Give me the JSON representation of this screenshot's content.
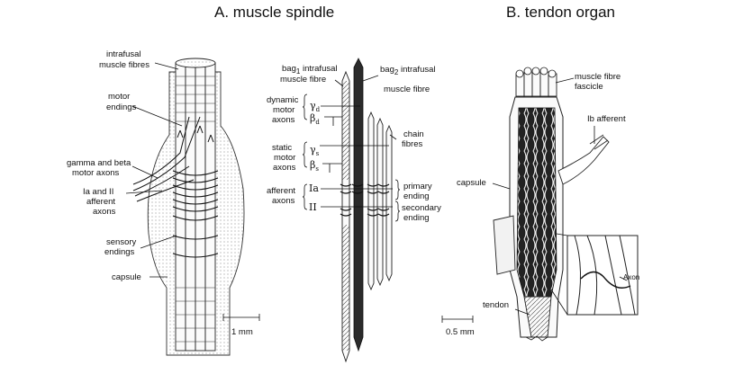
{
  "titles": {
    "a": "A. muscle spindle",
    "b": "B. tendon organ"
  },
  "spindle_labels": {
    "intrafusal_1": "intrafusal",
    "intrafusal_2": "muscle fibres",
    "motor_1": "motor",
    "motor_2": "endings",
    "gamma_1": "gamma and beta",
    "gamma_2": "motor axons",
    "ia_1": "Ia and II",
    "ia_2": "afferent",
    "ia_3": "axons",
    "sensory_1": "sensory",
    "sensory_2": "endings",
    "capsule": "capsule",
    "scale": "1 mm"
  },
  "schematic_labels": {
    "bag1_a": "bag",
    "bag1_sub": "1",
    "bag1_b": " intrafusal",
    "bag1_c": "muscle fibre",
    "bag2_a": "bag",
    "bag2_sub": "2",
    "bag2_b": " intrafusal",
    "bag2_c": "muscle fibre",
    "dyn_1": "dynamic",
    "dyn_2": "motor",
    "dyn_3": "axons",
    "gamma_d": "γ",
    "gamma_d_sub": "d",
    "beta_d": "β",
    "beta_d_sub": "d",
    "chain_1": "chain",
    "chain_2": "fibres",
    "static_1": "static",
    "static_2": "motor",
    "static_3": "axons",
    "gamma_s": "γ",
    "gamma_s_sub": "s",
    "beta_s": "β",
    "beta_s_sub": "s",
    "aff_1": "afferent",
    "aff_2": "axons",
    "ia": "Ia",
    "ii": "II",
    "primary_1": "primary",
    "primary_2": "ending",
    "secondary_1": "secondary",
    "secondary_2": "ending"
  },
  "tendon_labels": {
    "fascicle_1": "muscle fibre",
    "fascicle_2": "fascicle",
    "ib": "Ib afferent",
    "capsule": "capsule",
    "axon": "Axon",
    "tendon": "tendon",
    "scale": "0.5 mm"
  }
}
